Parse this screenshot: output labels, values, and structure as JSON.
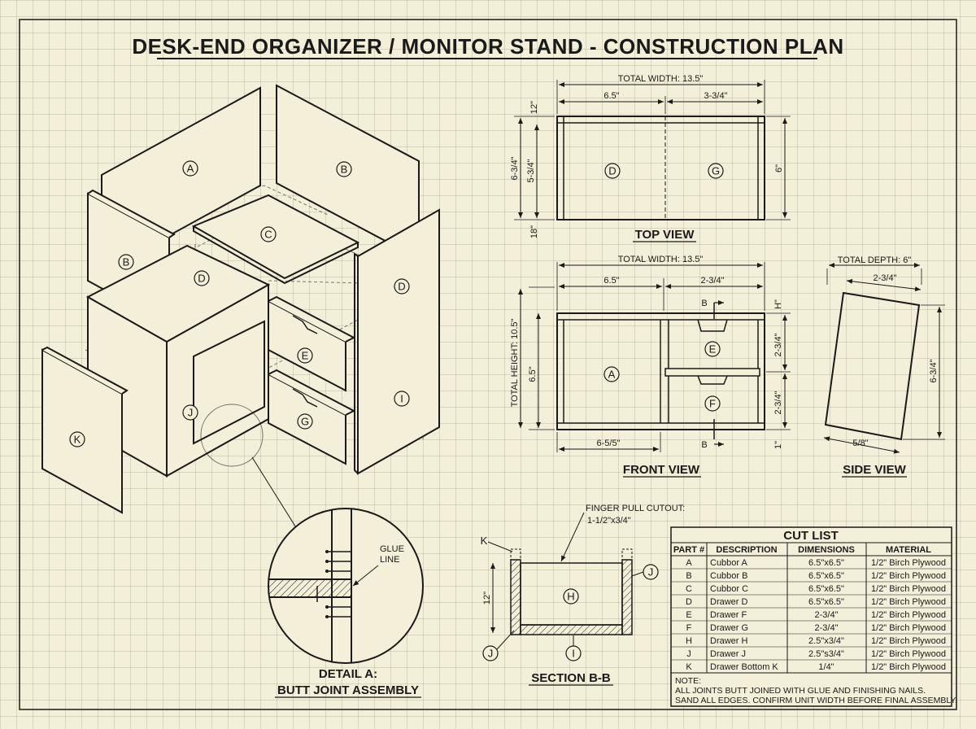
{
  "title": "DESK-END ORGANIZER / MONITOR STAND - CONSTRUCTION PLAN",
  "iso_labels": [
    "A",
    "B",
    "C",
    "D",
    "B",
    "D",
    "E",
    "G",
    "I",
    "J",
    "K"
  ],
  "top_view": {
    "label": "TOP VIEW",
    "total_width": "TOTAL WIDTH: 13.5\"",
    "w1": "6.5\"",
    "w2": "3-3/4\"",
    "h_left": "6-3/4\"",
    "h_inner": "5-3/4\"",
    "h_right": "6\"",
    "top_off": "12\"",
    "bot_off": "18\"",
    "parts": [
      "D",
      "G"
    ]
  },
  "front_view": {
    "label": "FRONT VIEW",
    "total_width": "TOTAL WIDTH: 13.5\"",
    "w1": "6.5\"",
    "w2": "2-3/4\"",
    "total_height": "TOTAL HEIGHT: 10.5\"",
    "h_inner": "6.5\"",
    "r1": "H\"",
    "r2": "2-3/4\"",
    "r3": "2-3/4\"",
    "r4": "1\"",
    "bottom": "6-5/5\"",
    "section_mark": "B",
    "parts": [
      "A",
      "E",
      "F"
    ]
  },
  "side_view": {
    "label": "SIDE VIEW",
    "total_depth": "TOTAL DEPTH: 6\"",
    "top": "2-3/4\"",
    "height": "6-3/4\"",
    "bottom": "5/8\""
  },
  "detail": {
    "label1": "DETAIL A:",
    "label2": "BUTT JOINT ASSEMBLY",
    "glue1": "GLUE",
    "glue2": "LINE"
  },
  "section": {
    "label": "SECTION B-B",
    "callout1": "FINGER PULL CUTOUT:",
    "callout2": "1-1/2\"x3/4\"",
    "height": "12\"",
    "parts": [
      "K",
      "J",
      "H",
      "J",
      "I"
    ]
  },
  "cut_list": {
    "title": "CUT LIST",
    "headers": [
      "PART #",
      "DESCRIPTION",
      "DIMENSIONS",
      "MATERIAL"
    ],
    "rows": [
      [
        "A",
        "Cubbor A",
        "6.5\"x6.5\"",
        "1/2\" Birch Plywood"
      ],
      [
        "B",
        "Cubbor B",
        "6.5\"x6.5\"",
        "1/2\" Birch Plywood"
      ],
      [
        "C",
        "Cubbor C",
        "6.5\"x6.5\"",
        "1/2\" Birch Plywood"
      ],
      [
        "D",
        "Drawer D",
        "6.5\"x6.5\"",
        "1/2\" Birch Plywood"
      ],
      [
        "E",
        "Drawer F",
        "2-3/4\"",
        "1/2\" Birch Plywood"
      ],
      [
        "F",
        "Drawer G",
        "2-3/4\"",
        "1/2\" Birch Plywood"
      ],
      [
        "H",
        "Drawer H",
        "2.5\"x3/4\"",
        "1/2\" Birch Plywood"
      ],
      [
        "J",
        "Drawer J",
        "2.5\"s3/4\"",
        "1/2\" Birch Plywood"
      ],
      [
        "K",
        "Drawer Bottom K",
        "1/4\"",
        "1/2\" Birch Plywood"
      ]
    ],
    "note_title": "NOTE:",
    "note1": "ALL JOINTS BUTT JOINED WITH GLUE AND FINISHING NAILS.",
    "note2": "SAND ALL EDGES. CONFIRM UNIT WIDTH BEFORE FINAL ASSEMBLY."
  }
}
